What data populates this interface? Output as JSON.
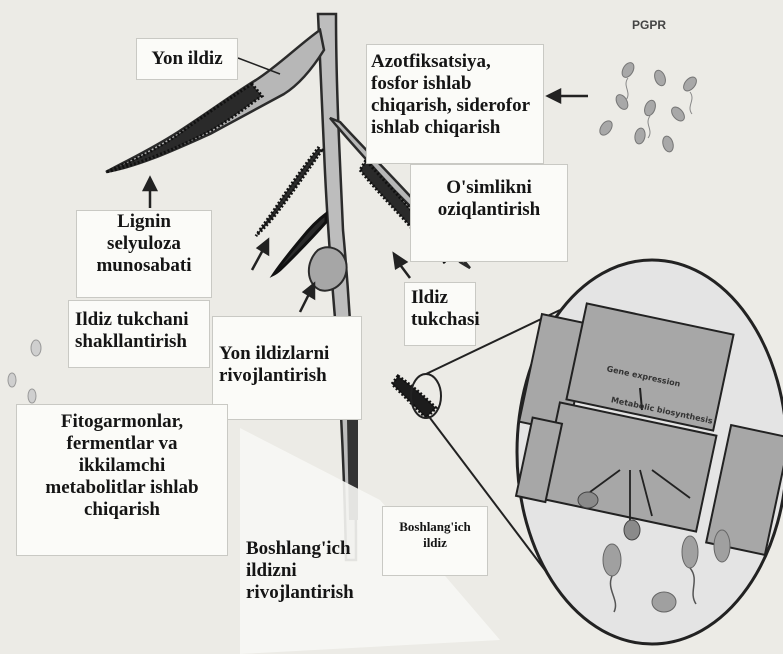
{
  "labels": {
    "pgpr": "PGPR",
    "yon_ildiz": "Yon ildiz",
    "azotfiksatsiya": "Azotfiksatsiya,\nfosfor ishlab\nchiqarish, siderofor\nishlab chiqarish",
    "osimlikni": "O'simlikni\noziqlantirish",
    "lignin": "Lignin\nselyuloza\nmunosabati",
    "ildiz_tukchani": "Ildiz tukchani\nshakllantirish",
    "yon_ildizlarni": "Yon ildizlarni\nrivojlantirish",
    "ildiz_tukchasi": "Ildiz\ntukchasi",
    "fitogarmonlar": "Fitogarmonlar,\nfermentlar va\nikkilamchi\nmetabolitlar ishlab\nchiqarish",
    "boshlangich_ildiz": "Boshlang'ich\nildiz",
    "boshlangich_ildizni": "Boshlang'ich\nildizni\nrivojlantirish",
    "gene_expression": "Gene expression",
    "metabolic_biosynthesis": "Metabolic biosynthesis"
  }
}
